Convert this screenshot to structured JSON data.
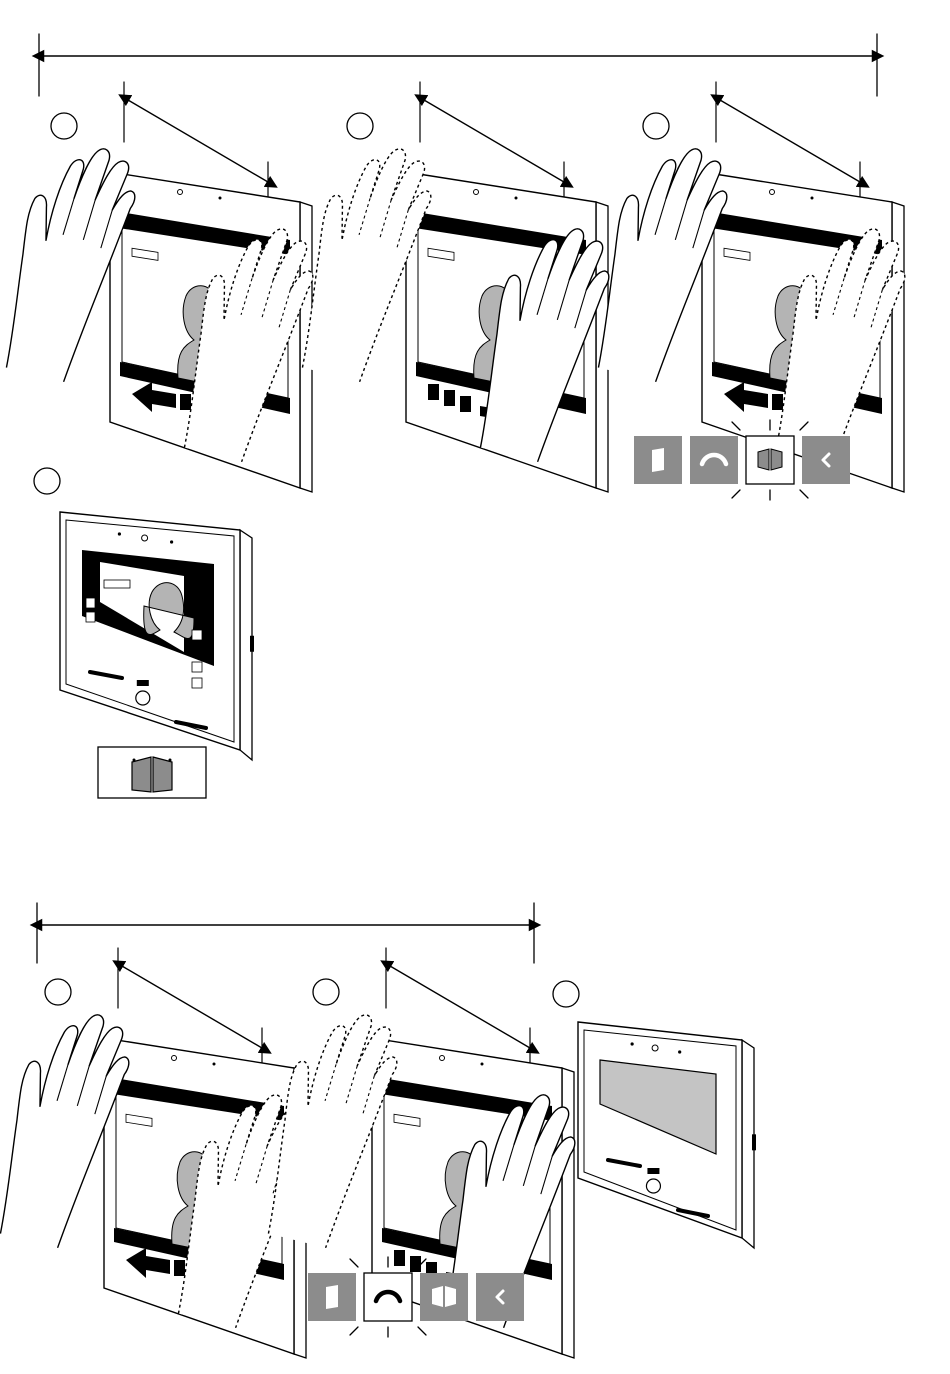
{
  "colors": {
    "ink": "#000000",
    "paper": "#ffffff",
    "silhouette": "#b4b4b4",
    "screen_blank": "#c4c4c4",
    "button_fill": "#8c8c8c",
    "button_glyph": "#ffffff"
  },
  "sequences": [
    {
      "id": "sequence-1",
      "steps": [
        {
          "id": "step-1a",
          "active_hand": "left",
          "swipe": "left"
        },
        {
          "id": "step-1b",
          "active_hand": "right",
          "swipe": "right"
        },
        {
          "id": "step-1c",
          "active_hand": "left",
          "swipe": "left"
        }
      ],
      "button_bar": {
        "buttons": [
          "door-icon",
          "handset-icon",
          "gate-icon",
          "back-chevron-icon"
        ],
        "highlighted": "gate-icon"
      },
      "result": {
        "id": "step-1d",
        "screen": "call-view",
        "callout_icon": "gate-icon"
      }
    },
    {
      "id": "sequence-2",
      "steps": [
        {
          "id": "step-2a",
          "active_hand": "left",
          "swipe": "left"
        },
        {
          "id": "step-2b",
          "active_hand": "right",
          "swipe": "right"
        }
      ],
      "button_bar": {
        "buttons": [
          "door-icon",
          "handset-icon",
          "gate-icon",
          "back-chevron-icon"
        ],
        "highlighted": "handset-icon"
      },
      "result": {
        "id": "step-2c",
        "screen": "blank"
      }
    }
  ]
}
